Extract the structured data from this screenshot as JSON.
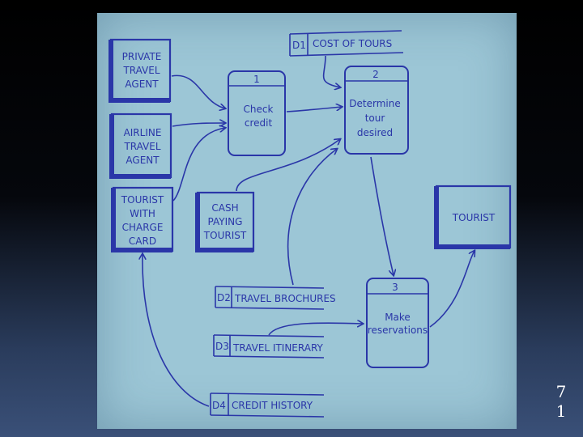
{
  "entities": {
    "private_agent": [
      "PRIVATE",
      "TRAVEL",
      "AGENT"
    ],
    "airline_agent": [
      "AIRLINE",
      "TRAVEL",
      "AGENT"
    ],
    "tourist_charge": [
      "TOURIST",
      "WITH",
      "CHARGE",
      "CARD"
    ],
    "cash_tourist": [
      "CASH",
      "PAYING",
      "TOURIST"
    ],
    "tourist": [
      "TOURIST"
    ]
  },
  "processes": {
    "p1": {
      "number": "1",
      "label": [
        "Check",
        "credit"
      ]
    },
    "p2": {
      "number": "2",
      "label": [
        "Determine",
        "tour",
        "desired"
      ]
    },
    "p3": {
      "number": "3",
      "label": [
        "Make",
        "reservations"
      ]
    }
  },
  "datastores": {
    "d1": {
      "id": "D1",
      "name": "COST OF TOURS"
    },
    "d2": {
      "id": "D2",
      "name": "TRAVEL BROCHURES"
    },
    "d3": {
      "id": "D3",
      "name": "TRAVEL ITINERARY"
    },
    "d4": {
      "id": "D4",
      "name": "CREDIT HISTORY"
    }
  },
  "slide_number": [
    "7",
    "1"
  ],
  "colors": {
    "ink": "#2a36a8",
    "paper": "#9cc6d6"
  }
}
